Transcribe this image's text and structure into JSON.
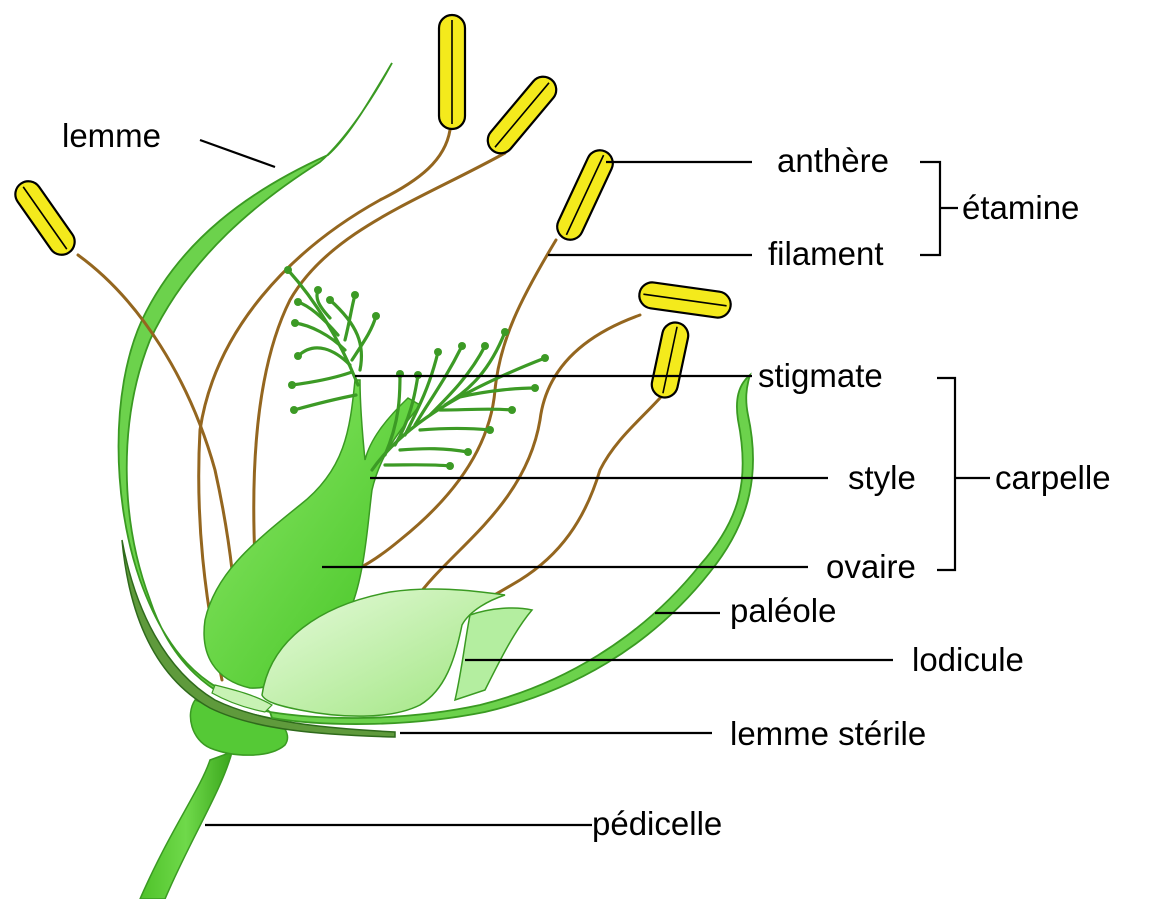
{
  "labels": {
    "lemme": "lemme",
    "anthere": "anthère",
    "etamine": "étamine",
    "filament": "filament",
    "stigmate": "stigmate",
    "style": "style",
    "carpelle": "carpelle",
    "ovaire": "ovaire",
    "paleole": "paléole",
    "lodicule": "lodicule",
    "lemme_sterile": "lemme stérile",
    "pedicelle": "pédicelle"
  },
  "colors": {
    "stem": "#5ccd3a",
    "pistil": "#7ee05a",
    "pistil_dark": "#44c024",
    "stigma": "#3c9a25",
    "anther": "#f4ea1c",
    "filament": "#94661f",
    "lodicule": "#b4eea0",
    "lemme": "#6cd24c",
    "sterile_lemme": "#5f9a3c"
  }
}
